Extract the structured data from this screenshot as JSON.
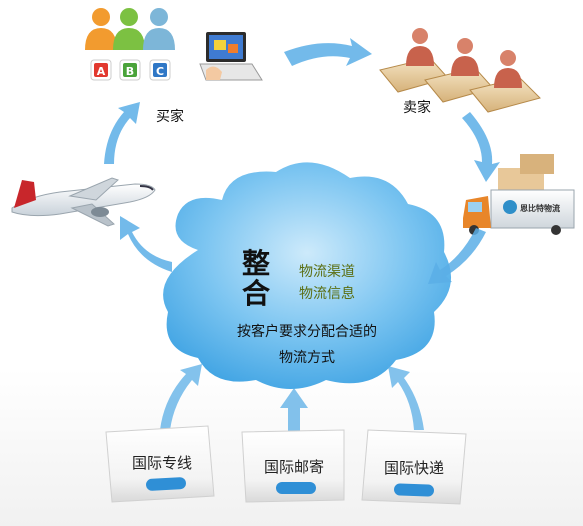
{
  "buyer": {
    "label": "买家",
    "options": [
      "A",
      "B",
      "C"
    ]
  },
  "seller": {
    "label": "卖家"
  },
  "truck": {
    "company": "恩比特物流"
  },
  "center": {
    "title_chars": [
      "整",
      "合"
    ],
    "integrated_items": [
      "物流渠道",
      "物流信息"
    ],
    "description_lines": [
      "按客户要求分配合适的",
      "物流方式"
    ]
  },
  "channels": [
    {
      "label": "国际专线"
    },
    {
      "label": "国际邮寄"
    },
    {
      "label": "国际快递"
    }
  ],
  "colors": {
    "arrow": "#5aaee6",
    "cloud": "#5db3ea",
    "cloud_light": "#9dd3f5",
    "option_a": "#e2392f",
    "option_b": "#4aa33a",
    "option_c": "#2f77c6",
    "accent_text": "#5a6e12"
  }
}
